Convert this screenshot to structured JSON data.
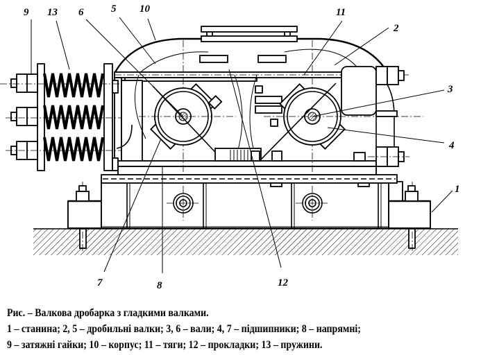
{
  "figure": {
    "type": "technical-drawing",
    "subject": "Roll crusher with smooth rolls",
    "callouts": [
      {
        "number": "1",
        "part": "станина"
      },
      {
        "number": "2",
        "part": "дробильні валки"
      },
      {
        "number": "3",
        "part": "вали"
      },
      {
        "number": "4",
        "part": "підшипники"
      },
      {
        "number": "5",
        "part": "дробильні валки"
      },
      {
        "number": "6",
        "part": "вали"
      },
      {
        "number": "7",
        "part": "підшипники"
      },
      {
        "number": "8",
        "part": "напрямні"
      },
      {
        "number": "9",
        "part": "затяжні гайки"
      },
      {
        "number": "10",
        "part": "корпус"
      },
      {
        "number": "11",
        "part": "тяги"
      },
      {
        "number": "12",
        "part": "прокладки"
      },
      {
        "number": "13",
        "part": "пружини"
      }
    ]
  },
  "labels": {
    "l1": "1",
    "l2": "2",
    "l3": "3",
    "l4": "4",
    "l5": "5",
    "l6": "6",
    "l7": "7",
    "l8": "8",
    "l9": "9",
    "l10": "10",
    "l11": "11",
    "l12": "12",
    "l13": "13"
  },
  "caption": {
    "title": "Рис.  – Валкова дробарка з гладкими валками.",
    "line1": "1 – станина; 2, 5 – дробильні валки; 3, 6 – вали; 4, 7 – підшипники; 8 – напрямні;",
    "line2": "9 – затяжні гайки; 10 – корпус; 11 – тяги; 12 – прокладки; 13 – пружини."
  }
}
